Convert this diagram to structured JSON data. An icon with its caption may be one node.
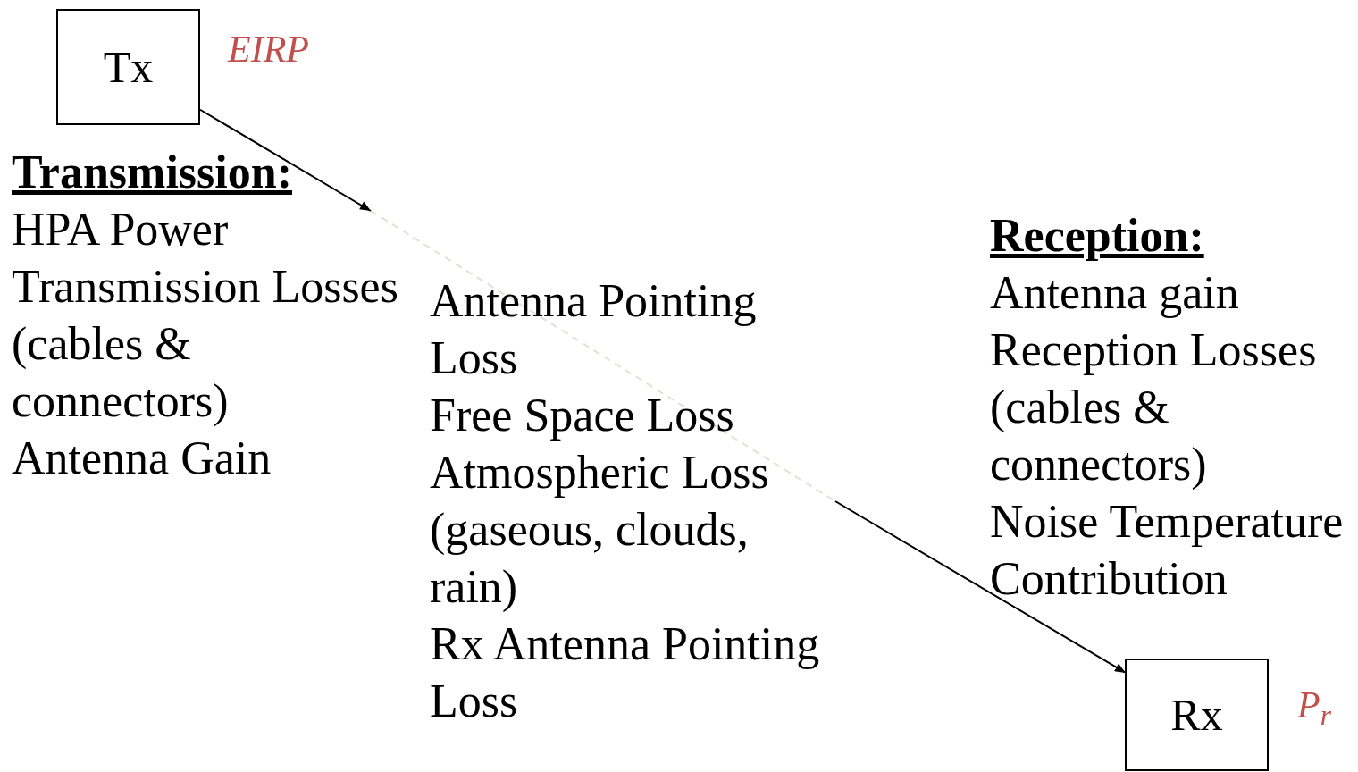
{
  "diagram": {
    "nodes": [
      {
        "text": [
          "Tx"
        ],
        "beside": [
          "EIRP"
        ]
      },
      {
        "text": [
          "Rx"
        ],
        "beside": [
          "P$_{r}$"
        ]
      }
    ],
    "edges": [
      {
        "from": 0,
        "to": 1,
        "arrow": "to"
      }
    ],
    "labels": [
      "Transmission:",
      "HPA Power",
      "Transmission Losses (cables & connectors)",
      "Antenna Gain",
      "Antenna Pointing Loss",
      "Free Space Loss",
      "Atmospheric Loss (gaseous, clouds, rain)",
      "Rx Antenna Pointing Loss",
      "Reception:",
      "Antenna gain",
      "Reception Losses (cables & connectors)",
      "Noise Temperature Contribution"
    ]
  }
}
